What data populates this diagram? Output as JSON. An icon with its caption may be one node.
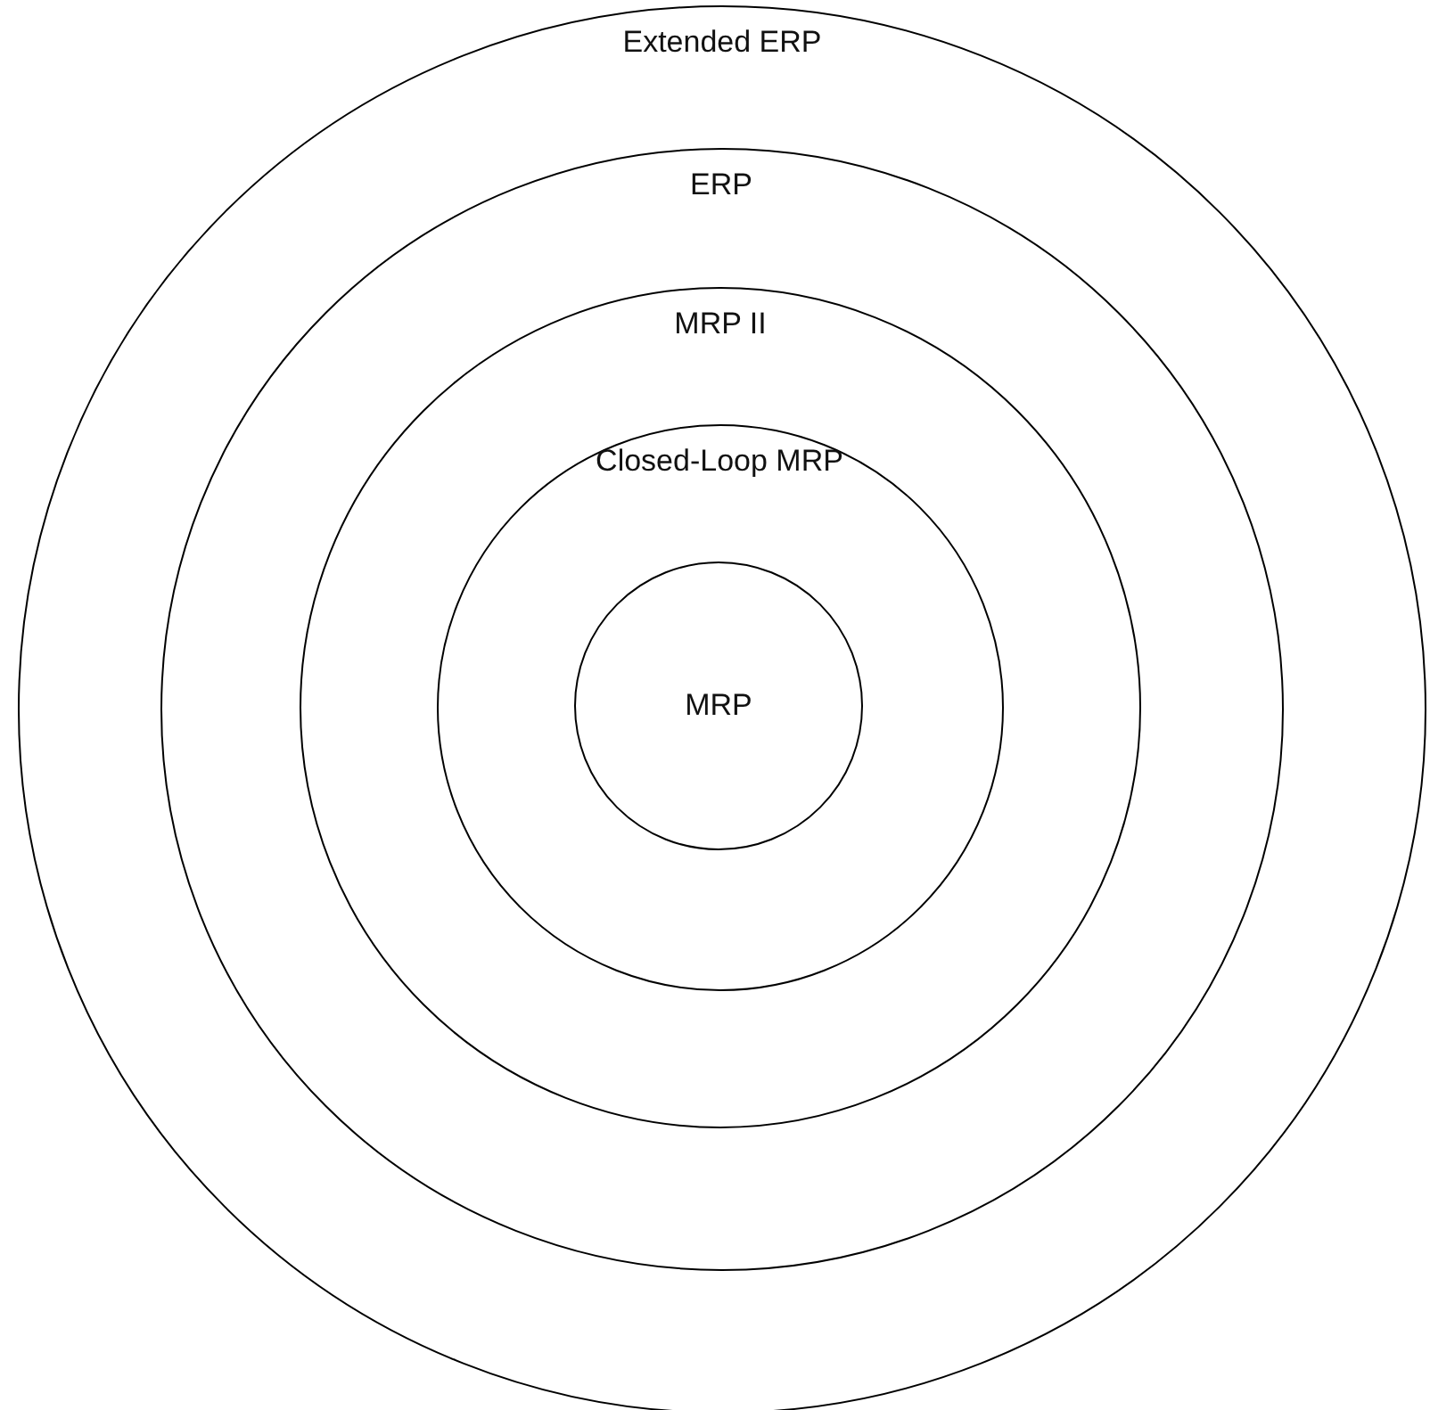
{
  "diagram": {
    "nodes": [
      {
        "text": [
          "Extended ERP"
        ]
      },
      {
        "text": [
          "ERP"
        ],
        "in": 0
      },
      {
        "text": [
          "MRP II"
        ],
        "in": 1
      },
      {
        "text": [
          "Closed-Loop MRP"
        ],
        "in": 2
      },
      {
        "text": [
          "MRP"
        ],
        "in": 3
      }
    ]
  }
}
